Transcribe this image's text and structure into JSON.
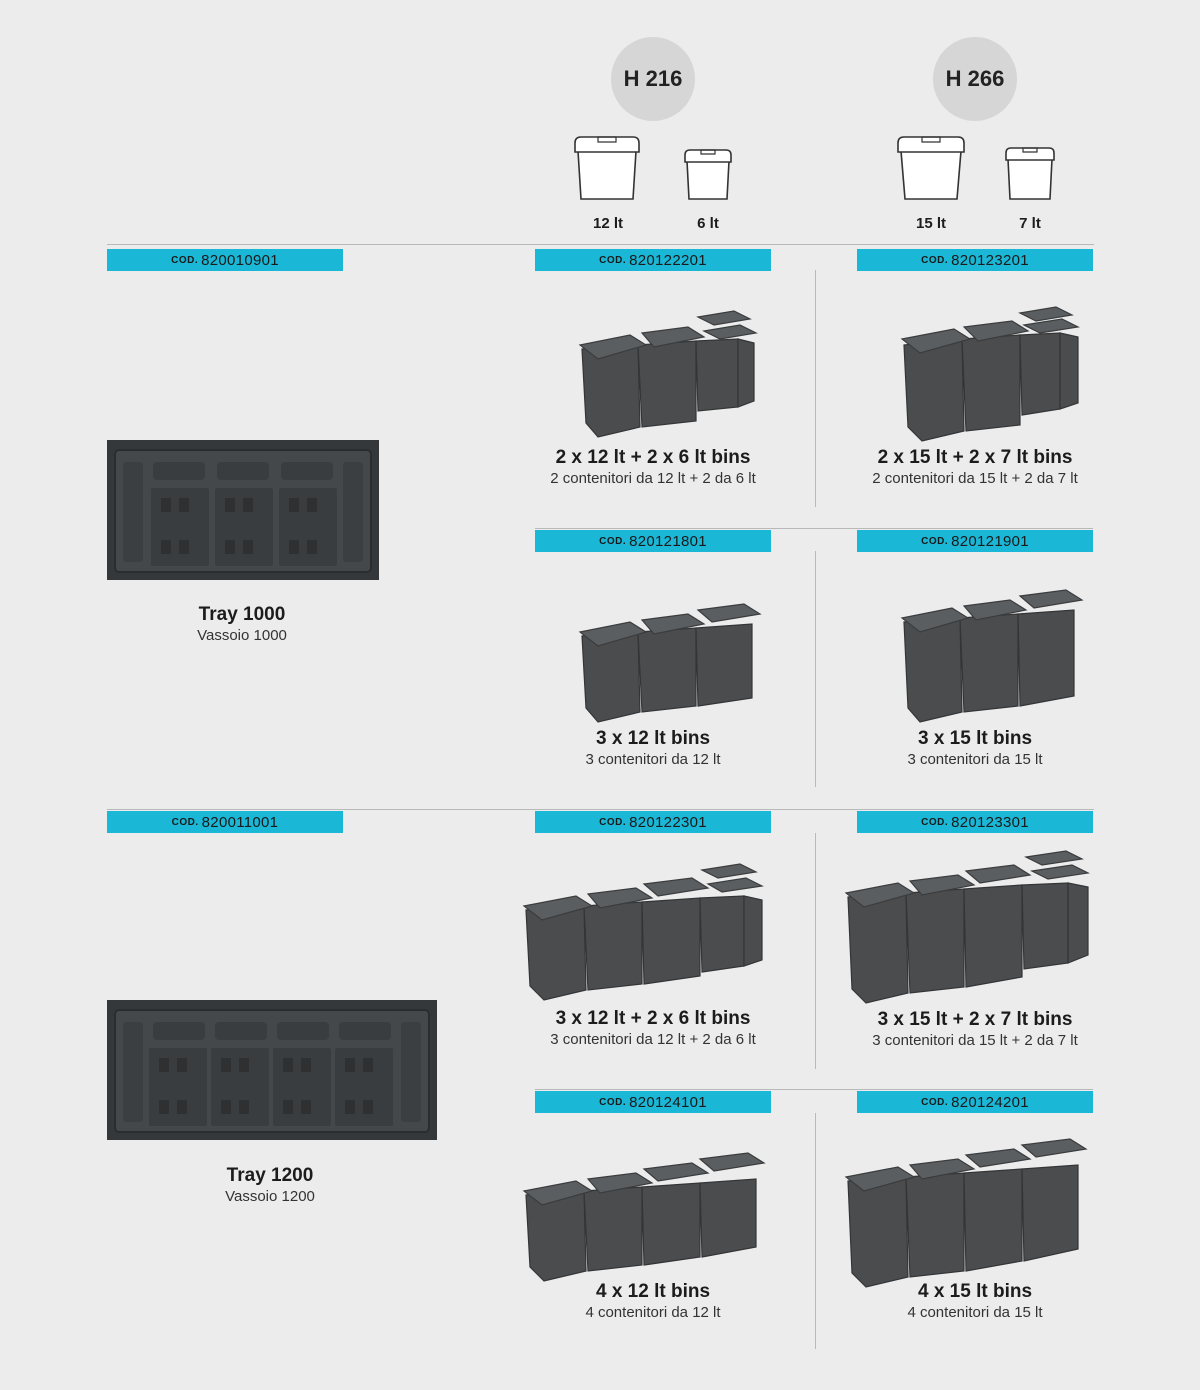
{
  "heights": [
    {
      "label": "H 216",
      "caps": [
        "12 lt",
        "6 lt"
      ]
    },
    {
      "label": "H 266",
      "caps": [
        "15 lt",
        "7 lt"
      ]
    }
  ],
  "cod_prefix": "COD.",
  "trays": [
    {
      "code": "820010901",
      "title": "Tray 1000",
      "subtitle": "Vassoio 1000"
    },
    {
      "code": "820011001",
      "title": "Tray 1200",
      "subtitle": "Vassoio 1200"
    }
  ],
  "products": [
    {
      "code": "820122201",
      "title": "2 x 12 lt + 2 x 6 lt bins",
      "subtitle": "2 contenitori da 12 lt + 2 da 6 lt"
    },
    {
      "code": "820123201",
      "title": "2 x 15 lt + 2 x 7 lt bins",
      "subtitle": "2 contenitori da 15 lt + 2 da 7 lt"
    },
    {
      "code": "820121801",
      "title": "3 x 12 lt bins",
      "subtitle": "3 contenitori da 12 lt"
    },
    {
      "code": "820121901",
      "title": "3 x 15 lt bins",
      "subtitle": "3 contenitori da 15 lt"
    },
    {
      "code": "820122301",
      "title": "3 x 12 lt + 2 x 6 lt bins",
      "subtitle": "3 contenitori da 12 lt + 2 da 6 lt"
    },
    {
      "code": "820123301",
      "title": "3 x 15 lt + 2 x 7 lt bins",
      "subtitle": "3 contenitori da 15 lt + 2 da 7 lt"
    },
    {
      "code": "820124101",
      "title": "4 x 12 lt bins",
      "subtitle": "4 contenitori da 12 lt"
    },
    {
      "code": "820124201",
      "title": "4 x 15 lt bins",
      "subtitle": "4 contenitori da 15 lt"
    }
  ],
  "colors": {
    "bar": "#1ab7d6",
    "background": "#ececec",
    "bin": "#4a4c4e",
    "circle": "#d6d6d6"
  }
}
